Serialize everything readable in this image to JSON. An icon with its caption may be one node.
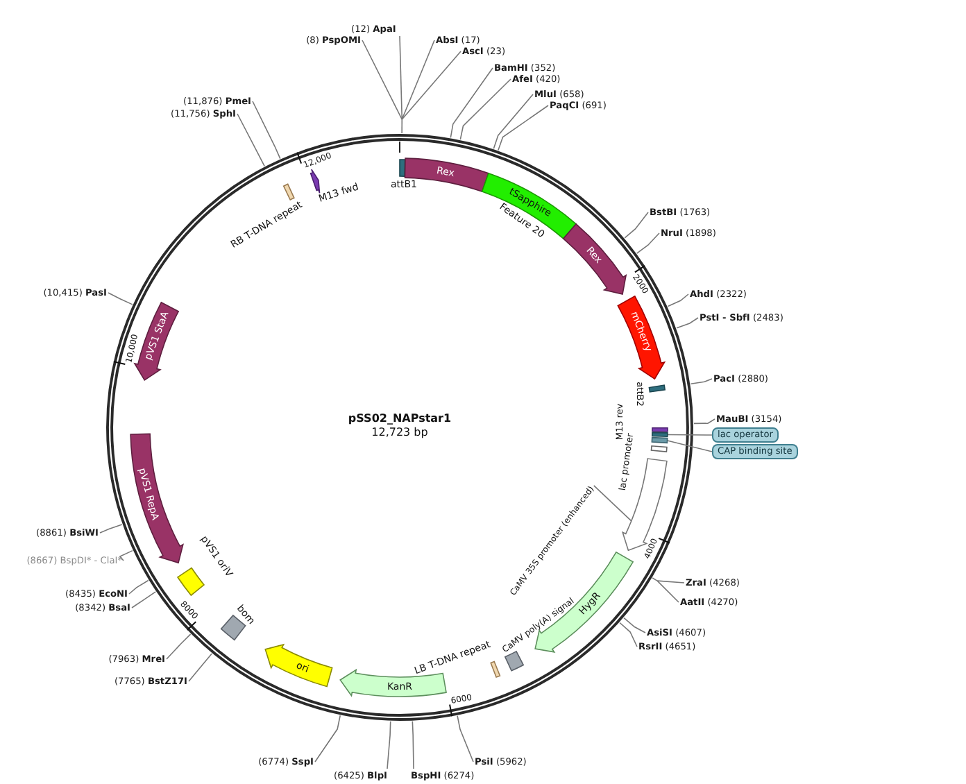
{
  "diagram": {
    "title": "pSS02_NAPstar1",
    "nodes": [
      {
        "text": [],
        "shape": "box",
        "beside": [
          "attB1"
        ]
      },
      {
        "text": [
          "Rex"
        ]
      },
      {
        "text": [
          "tSapphire"
        ],
        "beside": [
          "Feature 20"
        ]
      },
      {
        "text": [
          "Rex"
        ]
      },
      {
        "text": [
          "mCherry"
        ]
      },
      {
        "text": [],
        "shape": "box",
        "beside": [
          "attB2"
        ]
      },
      {
        "text": [],
        "shape": "box"
      },
      {
        "text": [],
        "shape": "box"
      },
      {
        "text": [],
        "shape": "box"
      },
      {
        "text": [
          "lac operator"
        ]
      },
      {
        "text": [
          "CAP binding site"
        ]
      },
      {
        "text": [],
        "shape": "box"
      },
      {
        "text": [],
        "shape": "arrow"
      },
      {
        "text": [
          "CaMV 35S promoter (enhanced)"
        ]
      },
      {
        "text": [
          "HygR"
        ]
      },
      {
        "text": [],
        "shape": "box",
        "beside": [
          "CaMV poly(A) signal"
        ]
      },
      {
        "text": [],
        "shape": "box",
        "beside": [
          "LB T-DNA repeat"
        ]
      },
      {
        "text": [
          "KanR"
        ]
      },
      {
        "text": [
          "ori"
        ]
      },
      {
        "text": [],
        "shape": "box",
        "beside": [
          "bom"
        ]
      },
      {
        "text": [],
        "shape": "box",
        "beside": [
          "pVS1 oriV"
        ]
      },
      {
        "text": [
          "pVS1 RepA"
        ]
      },
      {
        "text": [
          "pVS1 StaA"
        ]
      },
      {
        "text": [],
        "shape": "box",
        "beside": [
          "RB T-DNA repeat"
        ]
      },
      {
        "text": [],
        "shape": "arrow",
        "beside": [
          "M13 fwd"
        ]
      },
      {
        "text": [
          "(8) **PspOMI**"
        ]
      },
      {
        "text": [
          "(12) **ApaI**"
        ]
      },
      {
        "text": [
          "**AbsI** (17)"
        ]
      },
      {
        "text": [
          "**AscI** (23)"
        ]
      },
      {
        "text": [
          "**BamHI** (352)"
        ]
      },
      {
        "text": [
          "**AfeI** (420)"
        ]
      },
      {
        "text": [
          "**MluI** (658)"
        ]
      },
      {
        "text": [
          "**PaqCI** (691)"
        ]
      },
      {
        "text": [
          "**BstBI** (1763)"
        ]
      },
      {
        "text": [
          "**NruI** (1898)"
        ]
      },
      {
        "text": [
          "**AhdI** (2322)"
        ]
      },
      {
        "text": [
          "**PstI - SbfI** (2483)"
        ]
      },
      {
        "text": [
          "**PacI** (2880)"
        ]
      },
      {
        "text": [
          "**MauBI** (3154)"
        ]
      },
      {
        "text": [
          "**ZraI** (4268)"
        ]
      },
      {
        "text": [
          "**AatII** (4270)"
        ]
      },
      {
        "text": [
          "**AsiSI** (4607)"
        ]
      },
      {
        "text": [
          "**RsrII** (4651)"
        ]
      },
      {
        "text": [
          "**PsiI** (5962)"
        ]
      },
      {
        "text": [
          "**BspHI** (6274)"
        ]
      },
      {
        "text": [
          "(6425) **BlpI**"
        ]
      },
      {
        "text": [
          "(6774) **SspI**"
        ]
      },
      {
        "text": [
          "(7765) **BstZ17I**"
        ]
      },
      {
        "text": [
          "(7963) **MreI**"
        ]
      },
      {
        "text": [
          "(8342) **BsaI**"
        ]
      },
      {
        "text": [
          "(8435) **EcoNI**"
        ]
      },
      {
        "text": [
          "(8667) BspDI* - ClaI*"
        ]
      },
      {
        "text": [
          "(8861) **BsiWI**"
        ]
      },
      {
        "text": [
          "(10,415) **PasI**"
        ]
      },
      {
        "text": [
          "(11,756) **SphI**"
        ]
      },
      {
        "text": [
          "(11,876) **PmeI**"
        ]
      }
    ],
    "edges": [
      {
        "from": 9,
        "to": 7,
        "arrow": "none"
      },
      {
        "from": 10,
        "to": 8,
        "arrow": "none"
      },
      {
        "from": 13,
        "to": 12,
        "arrow": "none"
      },
      {
        "from": 25,
        "to": null,
        "arrow": "none"
      },
      {
        "from": 26,
        "to": null,
        "arrow": "none"
      },
      {
        "from": 27,
        "to": null,
        "arrow": "none"
      },
      {
        "from": 28,
        "to": null,
        "arrow": "none"
      },
      {
        "from": 29,
        "to": null,
        "arrow": "none"
      },
      {
        "from": 30,
        "to": null,
        "arrow": "none"
      },
      {
        "from": 31,
        "to": null,
        "arrow": "none"
      },
      {
        "from": 32,
        "to": null,
        "arrow": "none"
      },
      {
        "from": 33,
        "to": null,
        "arrow": "none"
      },
      {
        "from": 34,
        "to": null,
        "arrow": "none"
      },
      {
        "from": 35,
        "to": null,
        "arrow": "none"
      },
      {
        "from": 36,
        "to": null,
        "arrow": "none"
      },
      {
        "from": 37,
        "to": null,
        "arrow": "none"
      },
      {
        "from": 38,
        "to": null,
        "arrow": "none"
      },
      {
        "from": 39,
        "to": null,
        "arrow": "none"
      },
      {
        "from": 40,
        "to": null,
        "arrow": "none"
      },
      {
        "from": 41,
        "to": null,
        "arrow": "none"
      },
      {
        "from": 42,
        "to": null,
        "arrow": "none"
      },
      {
        "from": 43,
        "to": null,
        "arrow": "none"
      },
      {
        "from": 44,
        "to": null,
        "arrow": "none"
      },
      {
        "from": 45,
        "to": null,
        "arrow": "none"
      },
      {
        "from": 46,
        "to": null,
        "arrow": "none"
      },
      {
        "from": 47,
        "to": null,
        "arrow": "none"
      },
      {
        "from": 48,
        "to": null,
        "arrow": "none"
      },
      {
        "from": 49,
        "to": null,
        "arrow": "none"
      },
      {
        "from": 50,
        "to": null,
        "arrow": "none"
      },
      {
        "from": 51,
        "to": null,
        "arrow": "none"
      },
      {
        "from": 52,
        "to": null,
        "arrow": "none"
      },
      {
        "from": 53,
        "to": null,
        "arrow": "none"
      },
      {
        "from": 54,
        "to": null,
        "arrow": "none"
      },
      {
        "from": 55,
        "to": null,
        "arrow": "none"
      }
    ],
    "labels": [
      "12,723 bp",
      "12,000",
      "2000",
      "4000",
      "6000",
      "8000",
      "10,000",
      "M13 rev",
      "lac promoter"
    ]
  }
}
